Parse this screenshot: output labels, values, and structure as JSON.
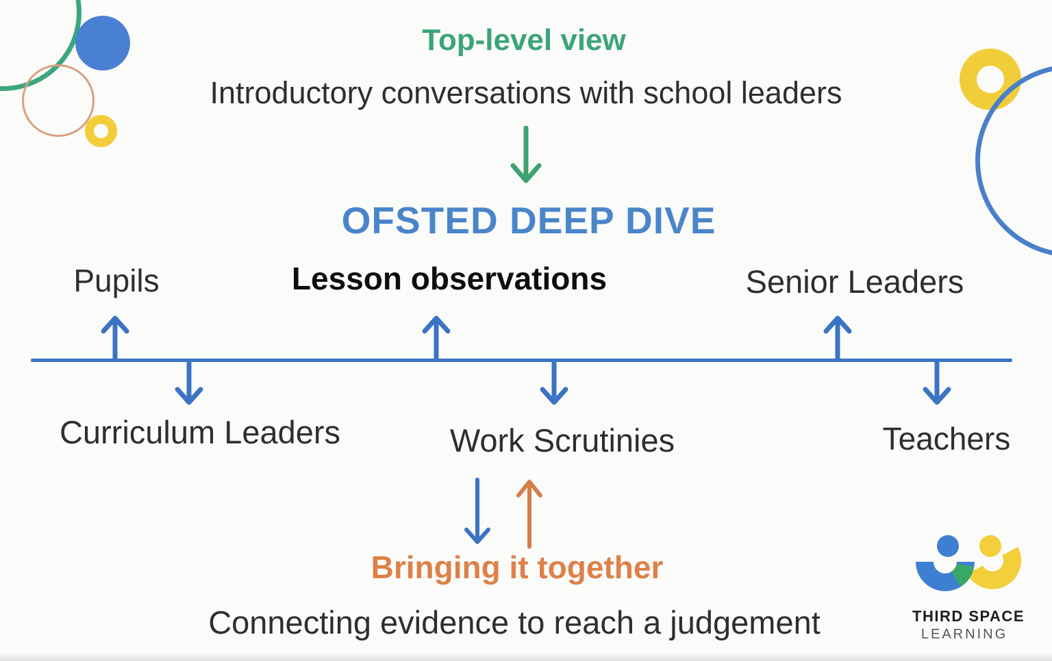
{
  "colors": {
    "green": "#3ba47b",
    "green-arrow": "#3ca36f",
    "blue-title": "#4a85c9",
    "blue-line": "#3b74c4",
    "orange": "#dd8148",
    "orange-arrow": "#d2804a",
    "ink": "#2e2e2e",
    "black": "#0e0e0e",
    "deco-green": "#3aa77c",
    "deco-tan": "#d9a07f",
    "deco-blue-fill": "#4a80d4",
    "deco-yellow": "#f1cd39",
    "deco-blue-stroke": "#4a80c8",
    "logo-blue": "#3f7fd2",
    "logo-yellow": "#f2cf3b",
    "logo-green": "#3aa865",
    "logo-gray": "#555555"
  },
  "header": {
    "eyebrow": "Top-level view",
    "intro": "Introductory conversations with school leaders",
    "title": "OFSTED DEEP DIVE"
  },
  "timeline": {
    "above": [
      {
        "label": "Pupils"
      },
      {
        "label": "Lesson observations"
      },
      {
        "label": "Senior Leaders"
      }
    ],
    "below": [
      {
        "label": "Curriculum Leaders"
      },
      {
        "label": "Work Scrutinies"
      },
      {
        "label": "Teachers"
      }
    ]
  },
  "footer": {
    "heading": "Bringing it together",
    "subheading": "Connecting evidence to reach a judgement"
  },
  "logo": {
    "line1": "THIRD SPACE",
    "line2": "LEARNING"
  }
}
